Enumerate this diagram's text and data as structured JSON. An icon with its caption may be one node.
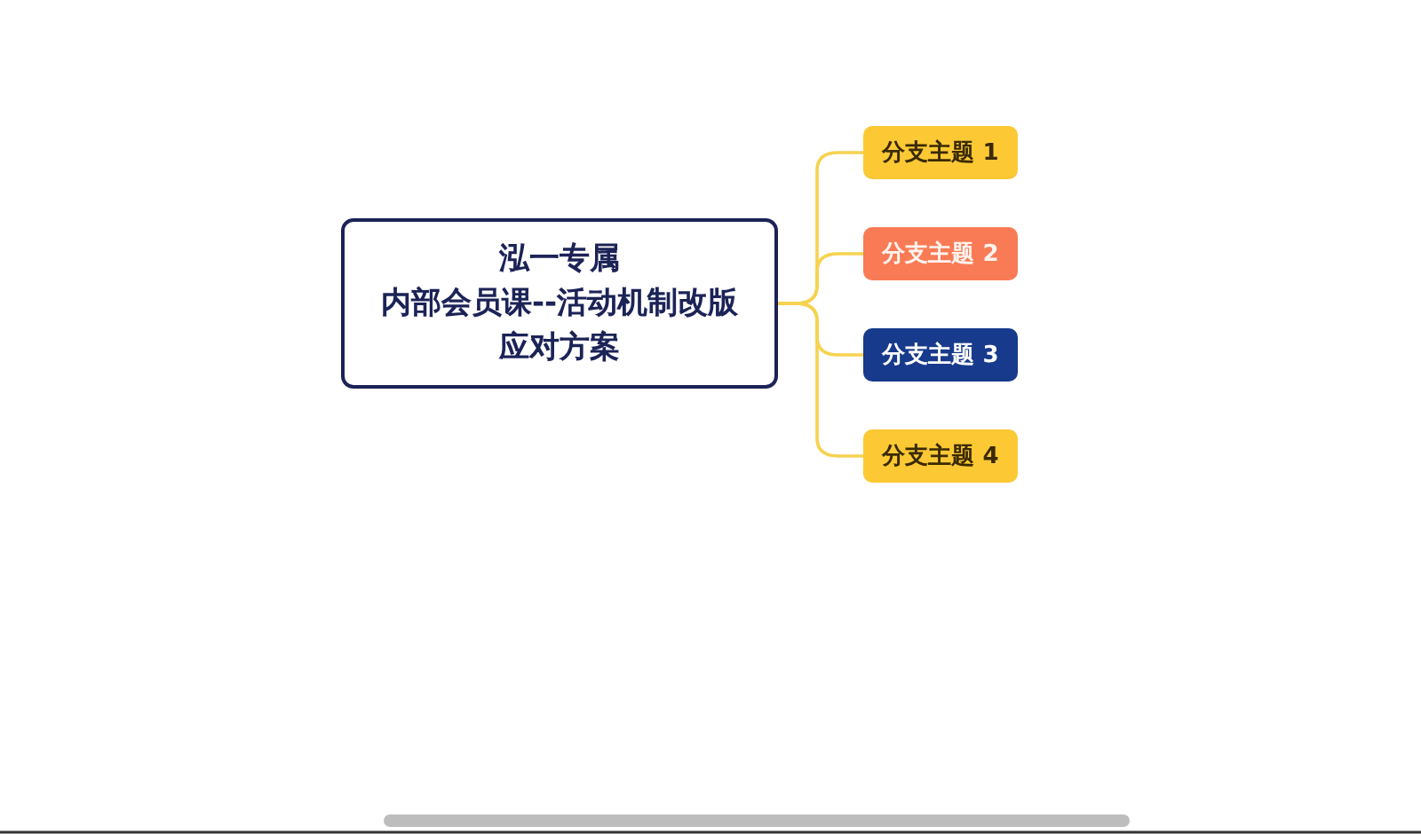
{
  "diagram": {
    "nodes": [
      {
        "text": [
          "泓一专属",
          "内部会员课--活动机制改版",
          "应对方案"
        ]
      },
      {
        "text": [
          "分支主题 1"
        ]
      },
      {
        "text": [
          "分支主题 2"
        ]
      },
      {
        "text": [
          "分支主题 3"
        ]
      },
      {
        "text": [
          "分支主题 4"
        ]
      }
    ],
    "edges": [
      {
        "from": 0,
        "to": 1,
        "arrow": "none"
      },
      {
        "from": 0,
        "to": 2,
        "arrow": "none"
      },
      {
        "from": 0,
        "to": 3,
        "arrow": "none"
      },
      {
        "from": 0,
        "to": 4,
        "arrow": "none"
      }
    ]
  }
}
